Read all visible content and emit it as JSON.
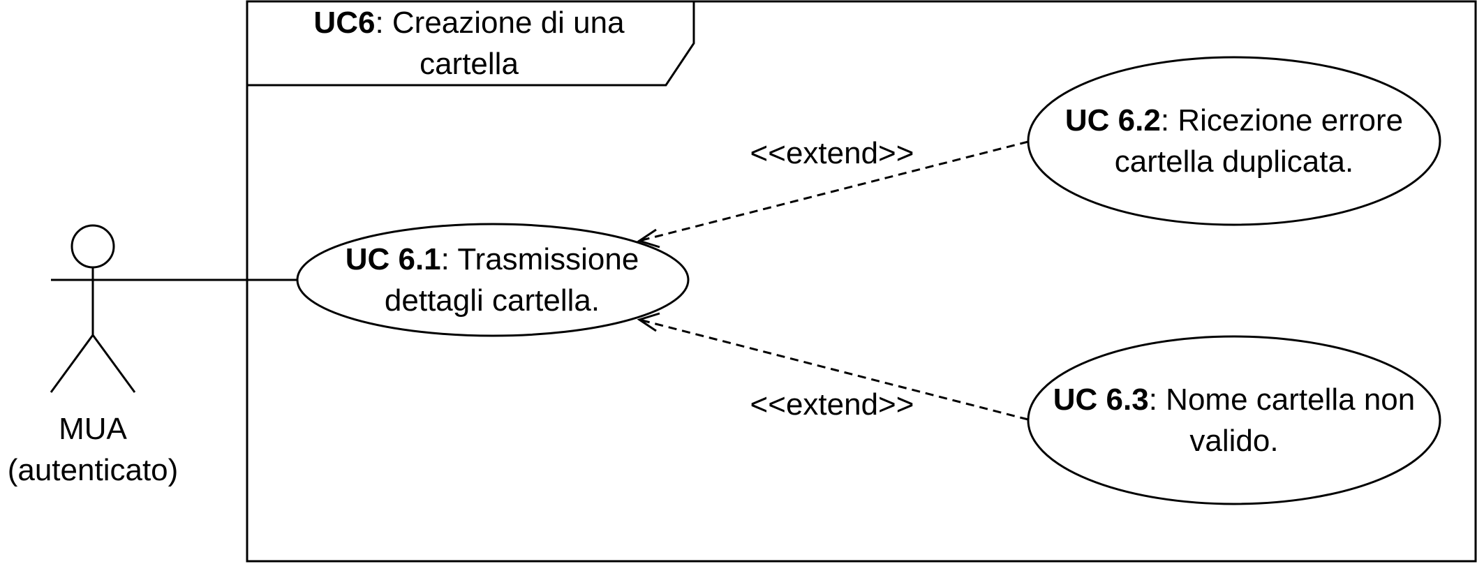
{
  "frame": {
    "id": "UC6",
    "title_line1": "Creazione di una",
    "title_line2": "cartella"
  },
  "actor": {
    "line1": "MUA",
    "line2": "(autenticato)"
  },
  "use_cases": [
    {
      "id": "UC 6.1",
      "line1": "Trasmissione",
      "line2": "dettagli cartella."
    },
    {
      "id": "UC 6.2",
      "line1": "Ricezione errore",
      "line2": "cartella duplicata."
    },
    {
      "id": "UC 6.3",
      "line1": "Nome cartella non",
      "line2": "valido."
    }
  ],
  "relations": [
    {
      "label": "<<extend>>",
      "from": "UC 6.2",
      "to": "UC 6.1"
    },
    {
      "label": "<<extend>>",
      "from": "UC 6.3",
      "to": "UC 6.1"
    }
  ],
  "colors": {
    "stroke": "#000000",
    "background": "#ffffff"
  }
}
